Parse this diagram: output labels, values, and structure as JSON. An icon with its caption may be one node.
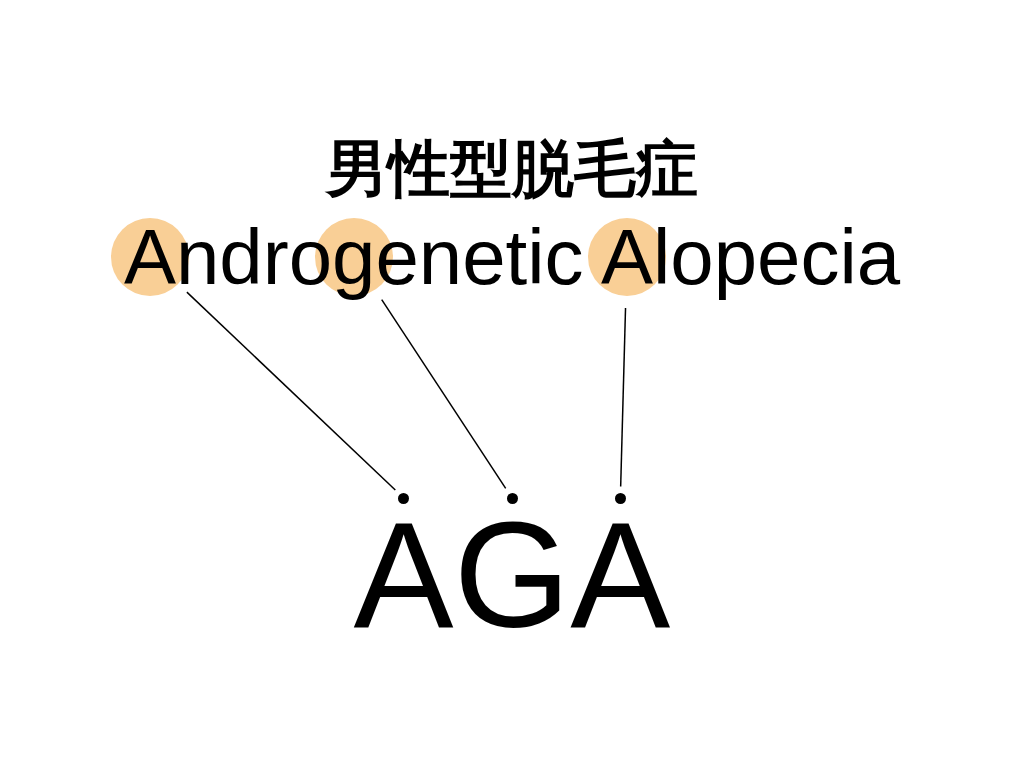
{
  "diagram": {
    "title": "男性型脱毛症",
    "nodes": [
      {
        "text": [],
        "shape": "circle"
      },
      {
        "text": [],
        "shape": "circle"
      },
      {
        "text": [],
        "shape": "circle"
      },
      {
        "text": [],
        "shape": "dot"
      },
      {
        "text": [],
        "shape": "dot"
      },
      {
        "text": [],
        "shape": "dot"
      }
    ],
    "edges": [
      {
        "from": 0,
        "to": 3,
        "arrow": "none"
      },
      {
        "from": 1,
        "to": 4,
        "arrow": "none"
      },
      {
        "from": 2,
        "to": 5,
        "arrow": "none"
      }
    ],
    "labels": [
      "Androgenetic Alopecia",
      "AGA"
    ]
  }
}
